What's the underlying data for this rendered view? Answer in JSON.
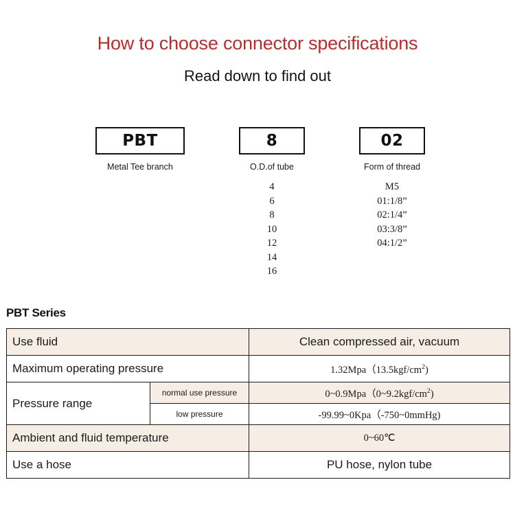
{
  "headings": {
    "title": "How to choose connector specifications",
    "subtitle": "Read down to find out",
    "series_label": "PBT Series"
  },
  "code_breakdown": [
    {
      "code": "PBT",
      "caption": "Metal Tee branch"
    },
    {
      "code": "8",
      "caption": "O.D.of tube"
    },
    {
      "code": "02",
      "caption": "Form of thread"
    }
  ],
  "options": {
    "tube_sizes": [
      "4",
      "6",
      "8",
      "10",
      "12",
      "14",
      "16"
    ],
    "thread_forms": [
      "M5",
      "01:1/8”",
      "02:1/4”",
      "03:3/8”",
      "04:1/2”"
    ]
  },
  "spec_table": {
    "rows": [
      {
        "label": "Use fluid",
        "value": "Clean compressed air, vacuum"
      },
      {
        "label": "Maximum operating pressure",
        "value_prefix": "1.32Mpa（13.5kgf/cm",
        "value_sup": "2",
        "value_suffix": ")"
      },
      {
        "label": "Pressure range",
        "sub_rows": [
          {
            "sublabel": "normal use pressure",
            "value_prefix": "0~0.9Mpa（0~9.2kgf/cm",
            "value_sup": "2",
            "value_suffix": ")"
          },
          {
            "sublabel": "low pressure",
            "value": "-99.99~0Kpa（-750~0mmHg)"
          }
        ]
      },
      {
        "label": "Ambient and fluid temperature",
        "value": "0~60℃"
      },
      {
        "label": "Use a hose",
        "value": "PU hose, nylon tube"
      }
    ]
  },
  "colors": {
    "title_red": "#BE2B2B",
    "table_tint": "#F6EEE4",
    "border": "#1b1b1b",
    "text": "#1a1a1a"
  }
}
